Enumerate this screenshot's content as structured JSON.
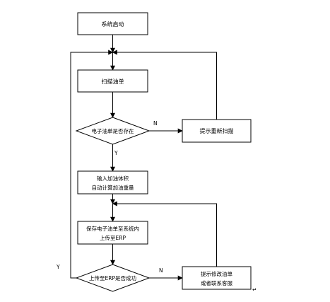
{
  "nodes": {
    "start": "系统启动",
    "scan": "扫描油单",
    "exists_decision": "电子油单是否存在",
    "rescan": "提示重新扫描",
    "input": [
      "输入加油体积",
      "自动计算加油重量"
    ],
    "save": [
      "保存电子油单至系统内",
      "上传至ERP"
    ],
    "upload_decision": "上传至ERP是否成功",
    "contact": [
      "提示修改油单",
      "或者联系客服"
    ]
  },
  "edge_labels": {
    "exists_no": "N",
    "exists_yes": "Y",
    "upload_no": "N",
    "upload_yes": "Y"
  },
  "end_mark": "↵"
}
